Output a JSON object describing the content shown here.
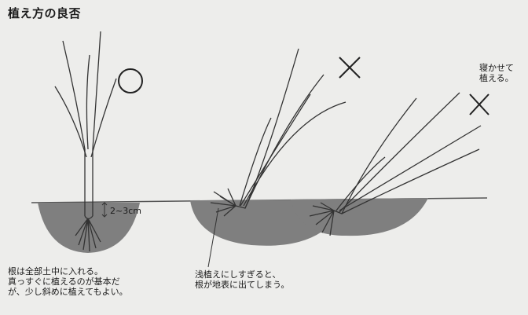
{
  "title": "植え方の良否",
  "marks": {
    "good": "○",
    "bad_shallow": "×",
    "bad_lying": "×"
  },
  "depth_label": "2~3cm",
  "captions": {
    "left_line1": "根は全部土中に入れる。",
    "left_line2": "真っすぐに植えるのが基本だ",
    "left_line3": "が、少し斜めに植えてもよい。",
    "middle_line1": "浅植えにしすぎると、",
    "middle_line2": "根が地表に出てしまう。",
    "right_line1": "寝かせて",
    "right_line2": "植える。"
  }
}
